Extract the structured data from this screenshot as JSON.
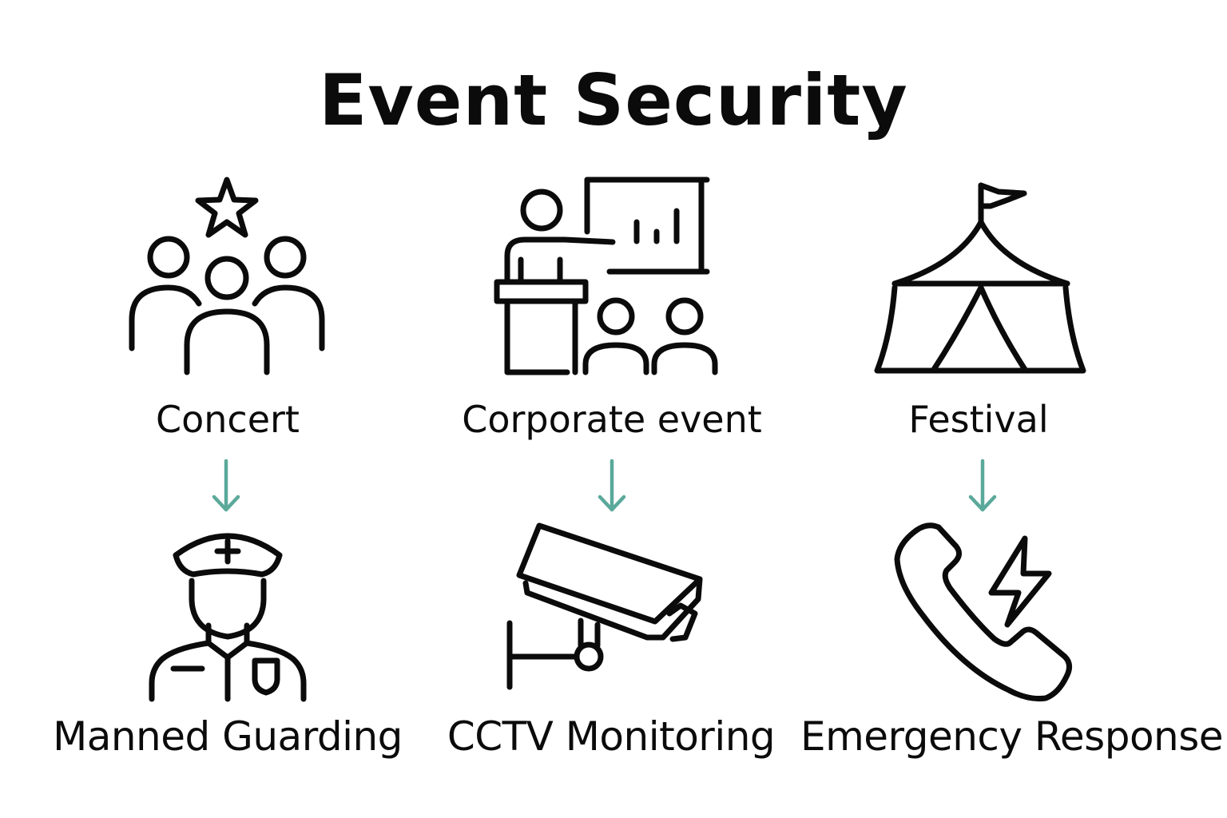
{
  "title": "Event Security",
  "accent_color": "#5aa99a",
  "events": [
    {
      "label": "Concert",
      "icon": "crowd-with-star-icon"
    },
    {
      "label": "Corporate event",
      "icon": "presenter-podium-icon"
    },
    {
      "label": "Festival",
      "icon": "circus-tent-icon"
    }
  ],
  "services": [
    {
      "label": "Manned Guarding",
      "icon": "security-guard-icon"
    },
    {
      "label": "CCTV Monitoring",
      "icon": "cctv-camera-icon"
    },
    {
      "label": "Emergency Response",
      "icon": "phone-lightning-icon"
    }
  ]
}
